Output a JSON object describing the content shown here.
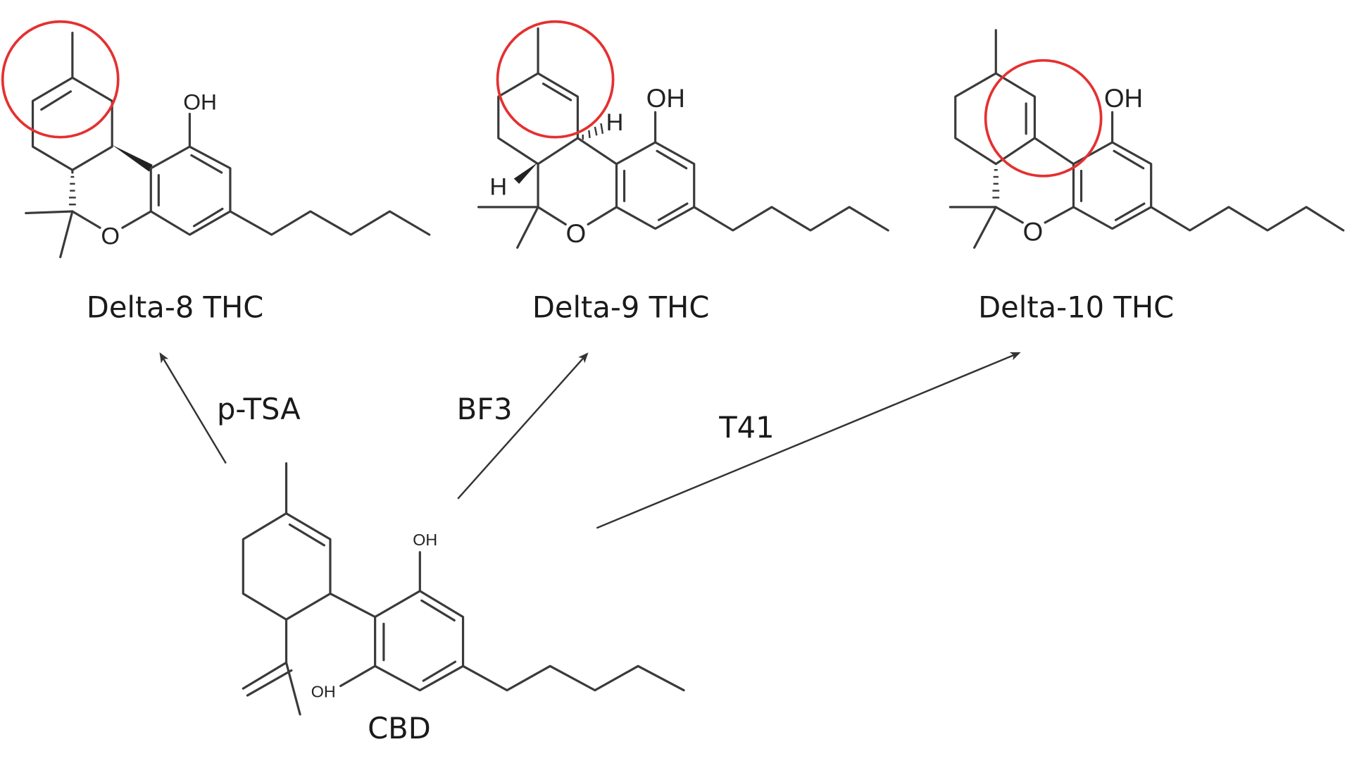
{
  "compounds": {
    "delta8": {
      "name": "Delta-8 THC",
      "atoms": {
        "oh": "OH",
        "o": "O"
      }
    },
    "delta9": {
      "name": "Delta-9 THC",
      "atoms": {
        "oh": "OH",
        "o": "O",
        "h1": "H",
        "h2": "H"
      }
    },
    "delta10": {
      "name": "Delta-10 THC",
      "atoms": {
        "oh": "OH",
        "o": "O"
      }
    },
    "cbd": {
      "name": "CBD",
      "atoms": {
        "oh_top": "OH",
        "oh_bottom": "OH"
      }
    }
  },
  "reactions": [
    {
      "reagent": "p-TSA",
      "product": "Delta-8 THC"
    },
    {
      "reagent": "BF3",
      "product": "Delta-9 THC"
    },
    {
      "reagent": "T41",
      "product": "Delta-10 THC"
    }
  ],
  "colors": {
    "highlight": "#e53030",
    "bond": "#3a3a3a"
  }
}
